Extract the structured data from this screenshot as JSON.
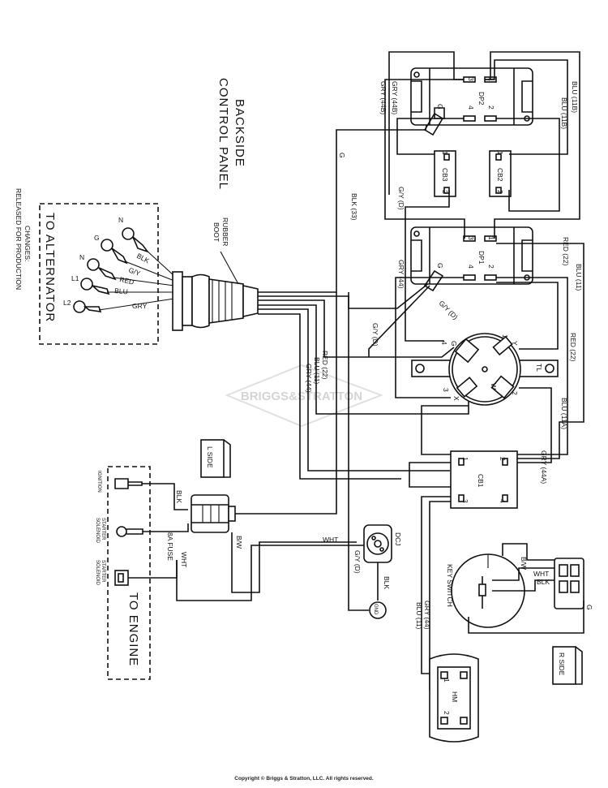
{
  "titles": {
    "backside": "BACKSIDE",
    "control_panel": "CONTROL PANEL",
    "to_alternator": "TO ALTERNATOR",
    "to_engine": "TO ENGINE",
    "changes": "CHANGES:",
    "released": "RELEASED FOR PRODUCTION",
    "rubber": "RUBBER",
    "boot": "BOOT",
    "watermark": "BRIGGS&STRATTON"
  },
  "alternator_leads": {
    "n1": "N",
    "g": "G",
    "n2": "N",
    "l1": "L1",
    "l2": "L2",
    "blk": "BLK",
    "gy": "G/Y",
    "red": "RED",
    "blu": "BLU",
    "gry": "GRY"
  },
  "components": {
    "dp2": "DP2",
    "dp1": "DP1",
    "cb2": "CB2",
    "cb3": "CB3",
    "cb1": "CB1",
    "hm": "HM",
    "tl": "TL",
    "dcj": "DCJ",
    "gnd": "GND",
    "key_switch": "KEY SWITCH",
    "l_side": "L SIDE",
    "r_side": "R SIDE",
    "fuse": "8A FUSE"
  },
  "terminals": {
    "t1": "1",
    "t2": "2",
    "t3": "3",
    "t4": "4",
    "tg": "G",
    "tx": "X",
    "ty": "Y",
    "tw": "W"
  },
  "engine_parts": {
    "ignition": "IGNITION",
    "starter": "STARTER",
    "solenoid": "SOLENOID"
  },
  "wire_labels": {
    "gry44b": "GRY (44B)",
    "blu11b": "BLU (11B)",
    "g": "G",
    "blk33": "BLK (33)",
    "gyd": "G/Y (D)",
    "red22": "RED (22)",
    "blu11": "BLU (11)",
    "gry44": "GRY (44)",
    "blu11a": "BLU (11A)",
    "gry44a": "GRY (44A)",
    "blk": "BLK",
    "wht": "WHT",
    "bw": "B/W"
  },
  "copyright": "Copyright © Briggs & Stratton, LLC. All rights reserved."
}
